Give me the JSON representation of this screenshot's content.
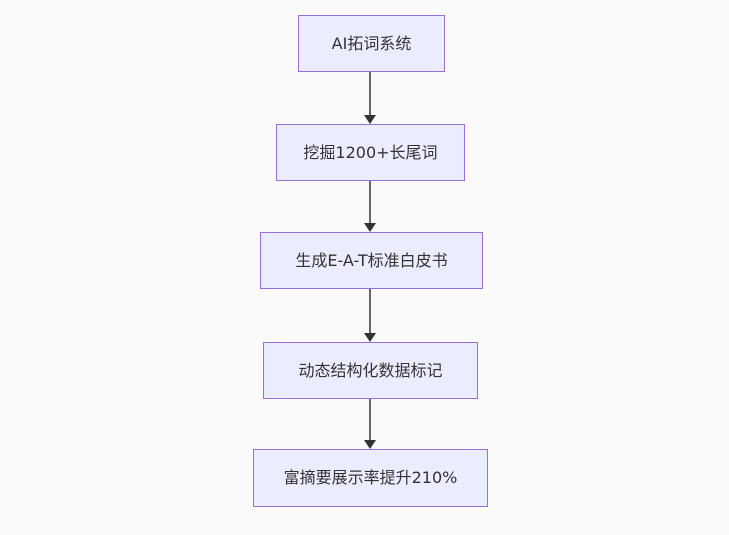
{
  "diagram": {
    "type": "flowchart",
    "direction": "top-down",
    "nodes": [
      {
        "id": "A",
        "label": "AI拓词系统"
      },
      {
        "id": "B",
        "label": "挖掘1200+长尾词"
      },
      {
        "id": "C",
        "label": "生成E-A-T标准白皮书"
      },
      {
        "id": "D",
        "label": "动态结构化数据标记"
      },
      {
        "id": "E",
        "label": "富摘要展示率提升210%"
      }
    ],
    "edges": [
      {
        "from": "A",
        "to": "B"
      },
      {
        "from": "B",
        "to": "C"
      },
      {
        "from": "C",
        "to": "D"
      },
      {
        "from": "D",
        "to": "E"
      }
    ]
  },
  "theme": {
    "page_bg": "#fafafa",
    "node_fill": "#ECECFF",
    "node_border": "#9370DB",
    "node_text": "#333333",
    "edge_line": "#666666",
    "edge_head": "#333333"
  }
}
